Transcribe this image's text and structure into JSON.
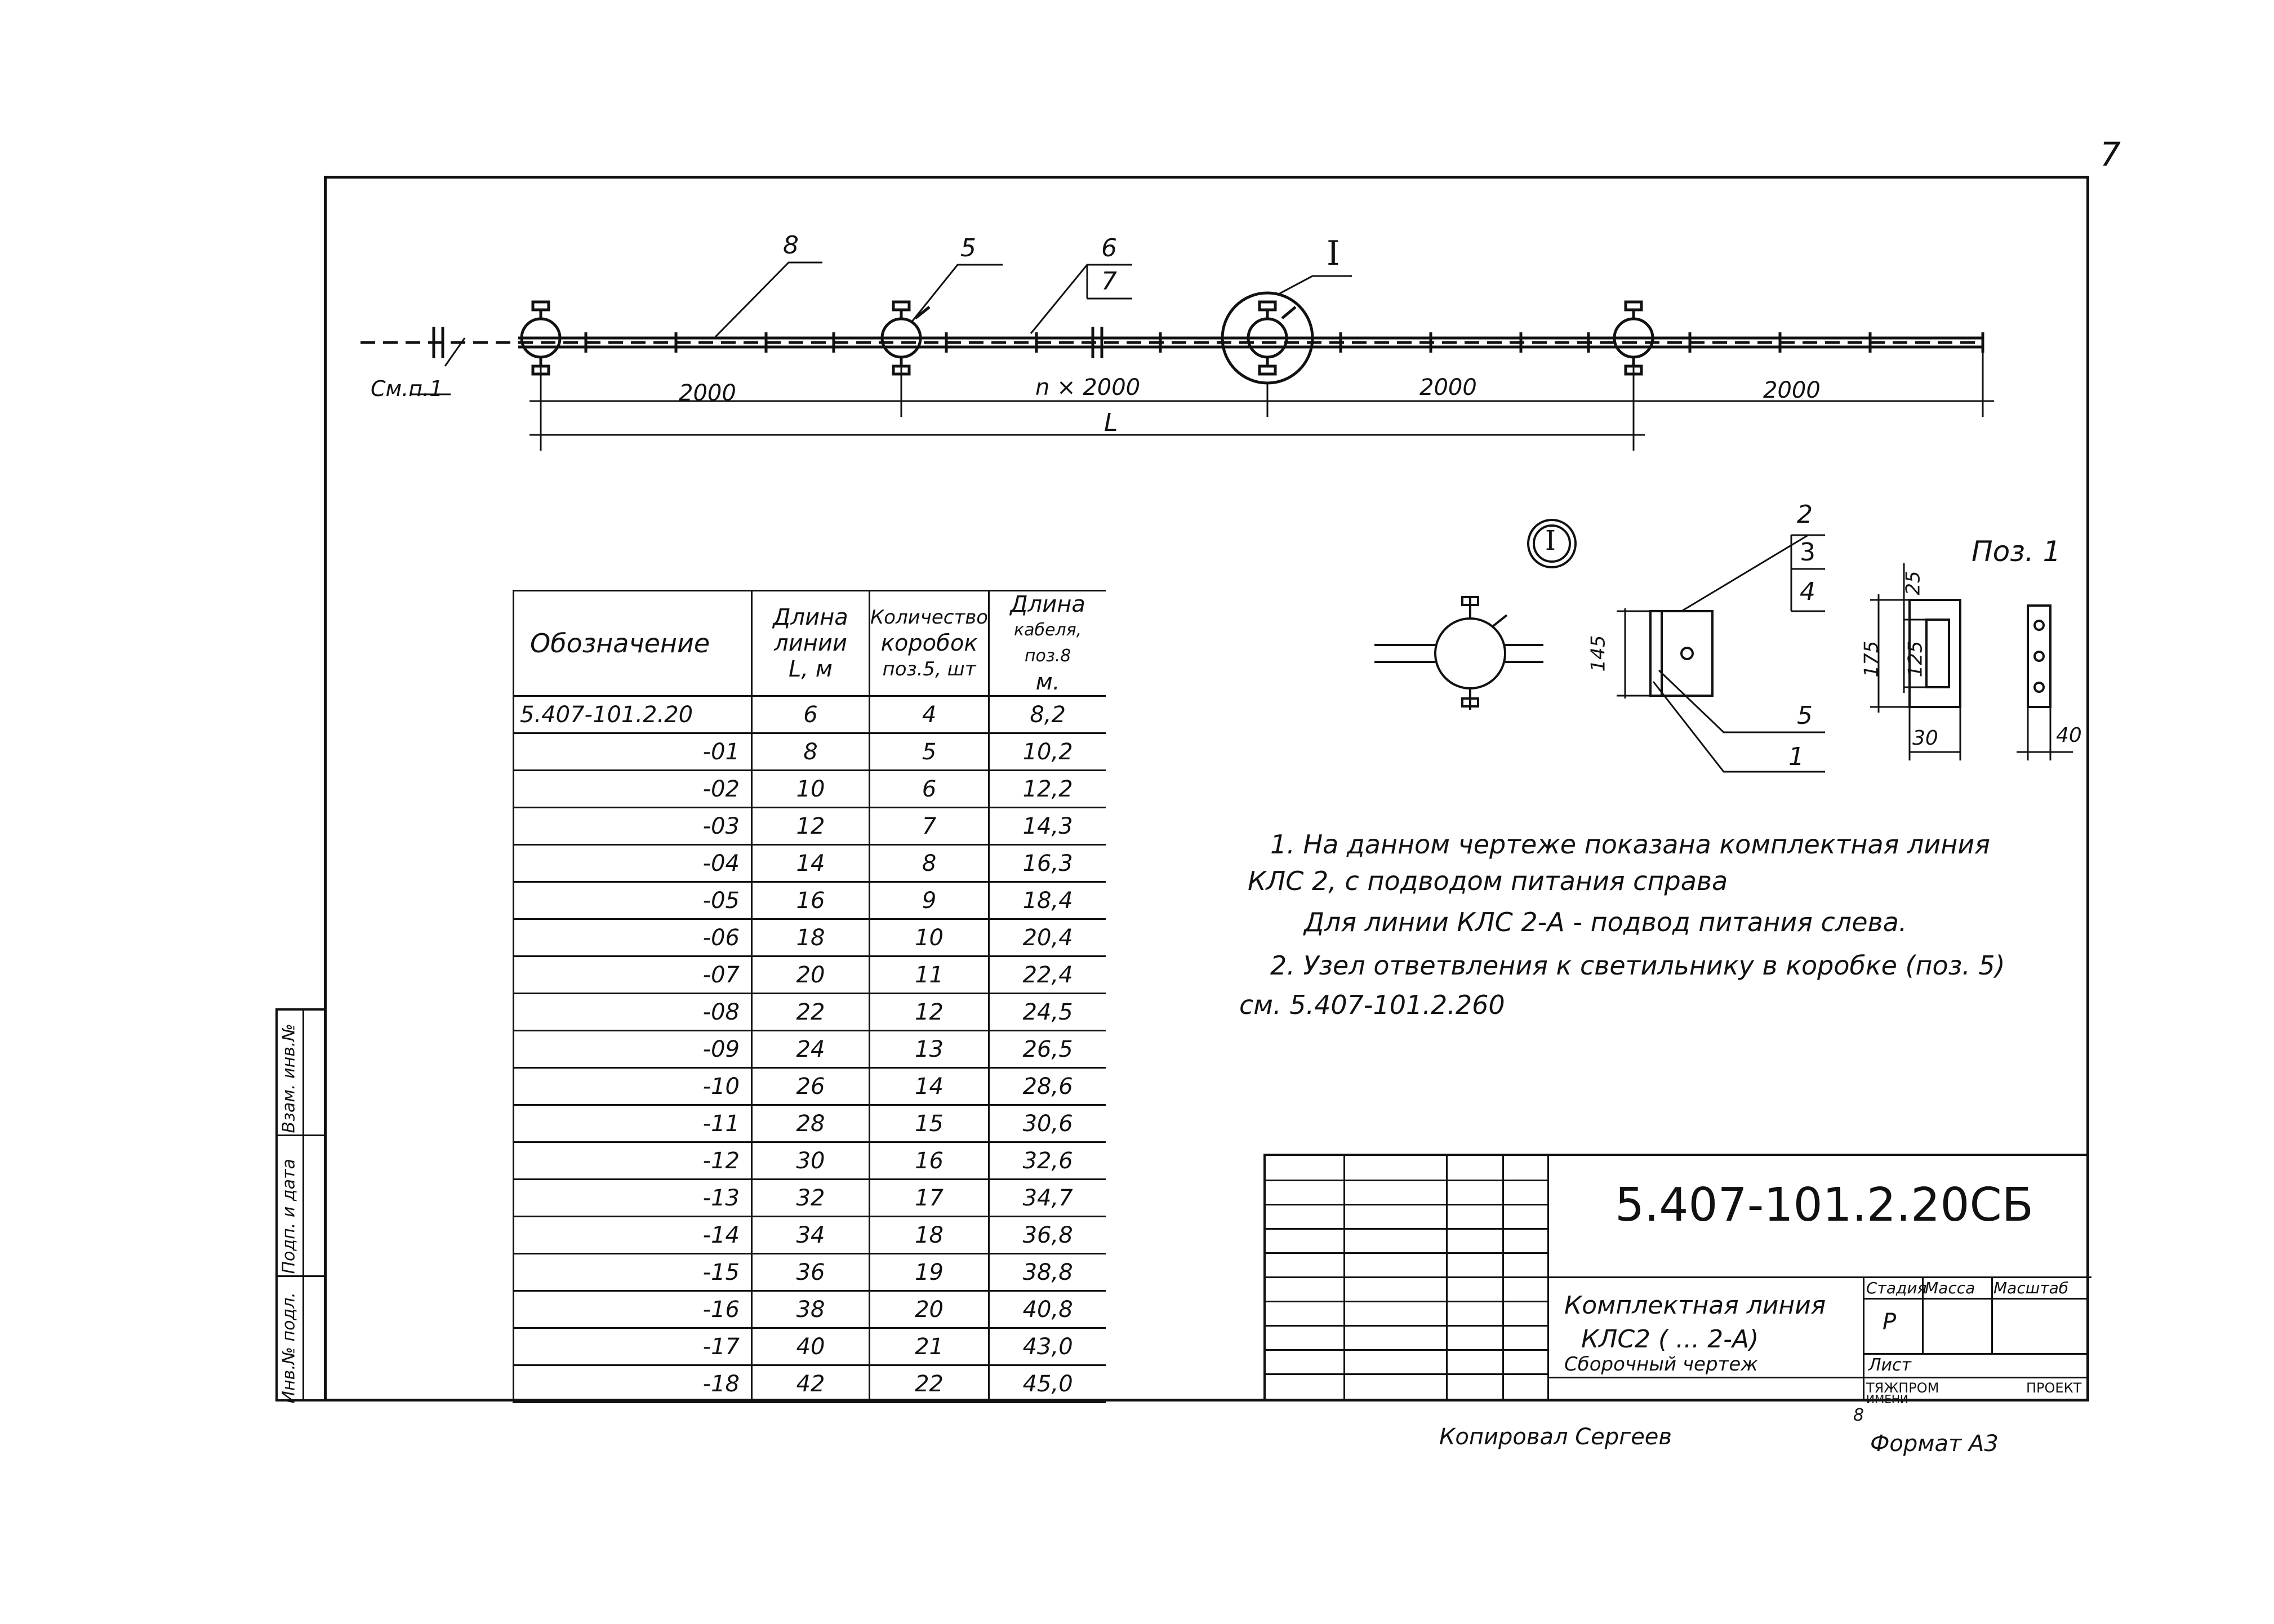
{
  "sheet": {
    "page_number": "7",
    "document_code": "5.407-101.2.20СБ",
    "title_line1": "Комплектная линия",
    "title_line2": "КЛС2 ( ... 2-А)",
    "title_line3": "Сборочный чертеж",
    "stage_header": "Стадия",
    "mass_header": "Масса",
    "scale_header": "Масштаб",
    "stage_value": "Р",
    "sheet_label": "Лист",
    "org_line1": "ТЯЖПРОМ",
    "org_line2": "ИМЕНИ",
    "org_line3": "ПРОЕКТ",
    "copied_by": "Копировал  Сергеев",
    "format_label": "Формат А3",
    "footer_num": "8"
  },
  "side_stamp": {
    "labels": [
      "Взам. инв.№",
      "Подп. и дата",
      "Инв.№ подл."
    ]
  },
  "drawing": {
    "dim_2000": "2000",
    "dim_n2000": "n × 2000",
    "dim_L": "L",
    "see_note": "См.п.1",
    "callout_8": "8",
    "callout_5": "5",
    "callout_6": "6",
    "callout_7": "7",
    "callout_I": "I"
  },
  "detail": {
    "marker": "I",
    "callouts": [
      "2",
      "3",
      "4",
      "5",
      "1"
    ],
    "dim_145": "145",
    "pos_label": "Поз. 1",
    "dim_25": "25",
    "dim_175": "175",
    "dim_125": "125",
    "dim_30": "30",
    "dim_40": "40"
  },
  "notes": {
    "line1": "1. На данном чертеже показана комплектная линия",
    "line2": "КЛС 2, с подводом питания справа",
    "line3": "Для линии КЛС 2-А - подвод питания слева.",
    "line4": "2. Узел ответвления к светильнику в коробке (поз. 5)",
    "line5": "см. 5.407-101.2.260"
  },
  "table": {
    "headers": {
      "designation": "Обозначение",
      "length_1": "Длина",
      "length_2": "линии",
      "length_3": "L, м",
      "boxes_1": "Количество",
      "boxes_2": "коробок",
      "boxes_3": "поз.5, шт",
      "cable_1": "Длина",
      "cable_2": "кабеля, поз.8",
      "cable_3": "м."
    },
    "rows": [
      [
        "5.407-101.2.20",
        "6",
        "4",
        "8,2"
      ],
      [
        "-01",
        "8",
        "5",
        "10,2"
      ],
      [
        "-02",
        "10",
        "6",
        "12,2"
      ],
      [
        "-03",
        "12",
        "7",
        "14,3"
      ],
      [
        "-04",
        "14",
        "8",
        "16,3"
      ],
      [
        "-05",
        "16",
        "9",
        "18,4"
      ],
      [
        "-06",
        "18",
        "10",
        "20,4"
      ],
      [
        "-07",
        "20",
        "11",
        "22,4"
      ],
      [
        "-08",
        "22",
        "12",
        "24,5"
      ],
      [
        "-09",
        "24",
        "13",
        "26,5"
      ],
      [
        "-10",
        "26",
        "14",
        "28,6"
      ],
      [
        "-11",
        "28",
        "15",
        "30,6"
      ],
      [
        "-12",
        "30",
        "16",
        "32,6"
      ],
      [
        "-13",
        "32",
        "17",
        "34,7"
      ],
      [
        "-14",
        "34",
        "18",
        "36,8"
      ],
      [
        "-15",
        "36",
        "19",
        "38,8"
      ],
      [
        "-16",
        "38",
        "20",
        "40,8"
      ],
      [
        "-17",
        "40",
        "21",
        "43,0"
      ],
      [
        "-18",
        "42",
        "22",
        "45,0"
      ]
    ]
  }
}
